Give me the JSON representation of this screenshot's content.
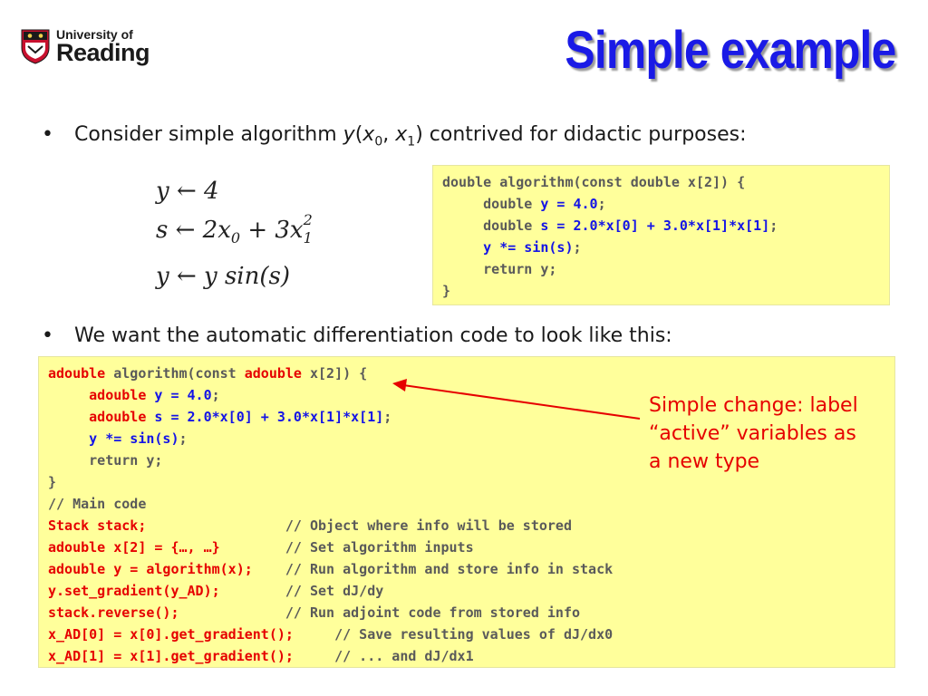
{
  "header": {
    "university_line1": "University of",
    "university_line2": "Reading",
    "title": "Simple example"
  },
  "bullet1": {
    "text_before": "Consider simple algorithm ",
    "func": "y",
    "x0": "x",
    "sub0": "0",
    "x1": "x",
    "sub1": "1",
    "text_after": ") contrived for didactic purposes:"
  },
  "math": {
    "line1": "y ← 4",
    "line2_a": "s ← 2x",
    "line2_sub0": "0",
    "line2_b": " + 3x",
    "line2_sup": "2",
    "line2_sub1": "1",
    "line3": "y ← y sin(s)"
  },
  "code1": {
    "l1": "double algorithm(const double x[2]) {",
    "l2_kw": "     double ",
    "l2_blue": "y = 4.0",
    "l2_end": ";",
    "l3_kw": "     double ",
    "l3_blue": "s = 2.0*x[0] + 3.0*x[1]*x[1]",
    "l3_end": ";",
    "l4_blue": "     y *= sin(s)",
    "l4_end": ";",
    "l5": "     return y;",
    "l6": "}"
  },
  "bullet2": {
    "text": "We want the automatic differentiation code to look like this:"
  },
  "code2": {
    "l1_red": "adouble",
    "l1_mid": " algorithm(const ",
    "l1_red2": "adouble",
    "l1_end": " x[2]) {",
    "l2_red": "     adouble ",
    "l2_blue": "y = 4.0",
    "l2_end": ";",
    "l3_red": "     adouble ",
    "l3_blue": "s = 2.0*x[0] + 3.0*x[1]*x[1]",
    "l3_end": ";",
    "l4_blue": "     y *= sin(s)",
    "l4_end": ";",
    "l5": "     return y;",
    "l6": "}",
    "l7": "// Main code",
    "rows": [
      {
        "code": "Stack stack;                 ",
        "comment": "// Object where info will be stored"
      },
      {
        "code": "adouble x[2] = {…, …}        ",
        "comment": "// Set algorithm inputs"
      },
      {
        "code": "adouble y = algorithm(x);    ",
        "comment": "// Run algorithm and store info in stack"
      },
      {
        "code": "y.set_gradient(y_AD);        ",
        "comment": "// Set dJ/dy"
      },
      {
        "code": "stack.reverse();             ",
        "comment": "// Run adjoint code from stored info"
      },
      {
        "code": "x_AD[0] = x[0].get_gradient();     ",
        "comment": "// Save resulting values of dJ/dx0"
      },
      {
        "code": "x_AD[1] = x[1].get_gradient();     ",
        "comment": "// ... and dJ/dx1"
      }
    ]
  },
  "annotation": {
    "line1": "Simple change: label",
    "line2": "“active” variables as",
    "line3": "a new type"
  },
  "colors": {
    "title": "#1a1ae6",
    "code_bg": "#ffff9b",
    "code_gray": "#5a5a5a",
    "code_blue": "#1414e6",
    "code_red": "#e60000"
  }
}
